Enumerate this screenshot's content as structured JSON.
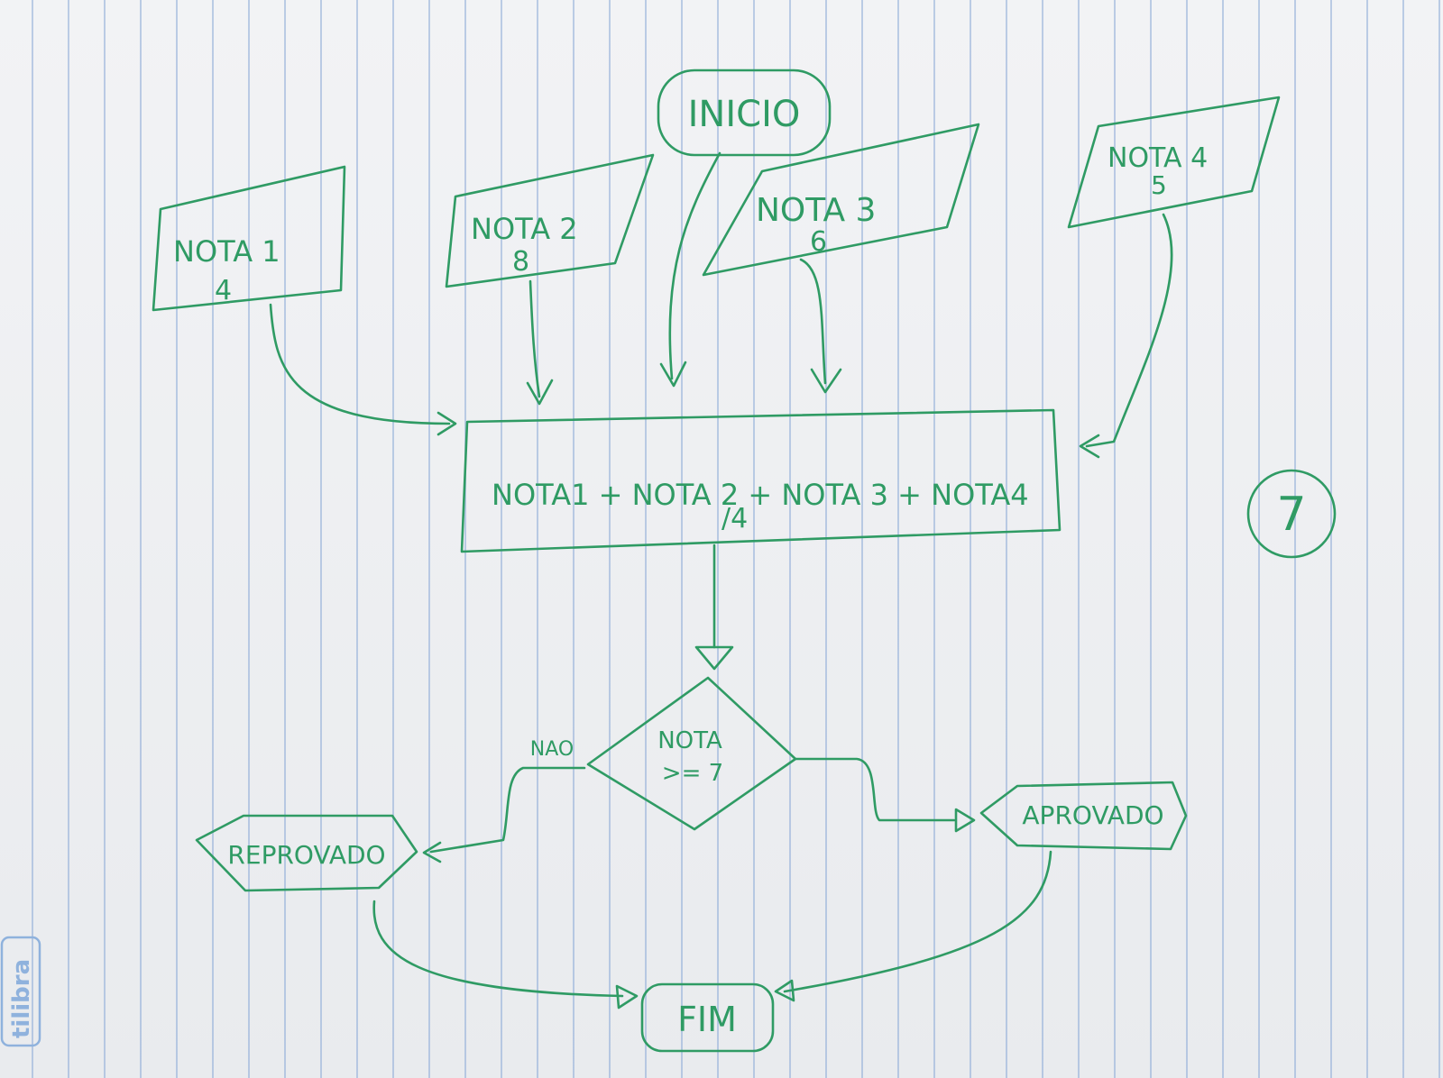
{
  "flowchart": {
    "start": "INICIO",
    "inputs": [
      {
        "label": "NOTA 1",
        "value": "4"
      },
      {
        "label": "NOTA 2",
        "value": "8"
      },
      {
        "label": "NOTA 3",
        "value": "6"
      },
      {
        "label": "NOTA 4",
        "value": "5"
      }
    ],
    "process": {
      "line1": "NOTA1 + NOTA 2 + NOTA 3 + NOTA4",
      "line2": "/4"
    },
    "decision": {
      "line1": "NOTA",
      "line2": ">= 7",
      "no_label": "NAO"
    },
    "outputs": {
      "fail": "REPROVADO",
      "pass": "APROVADO"
    },
    "end": "FIM"
  },
  "grade_mark": "7",
  "notebook_brand": "tilibra",
  "colors": {
    "ink": "#2f9b64",
    "paper": "#eceef0",
    "rule_lines": "#8caad7"
  }
}
